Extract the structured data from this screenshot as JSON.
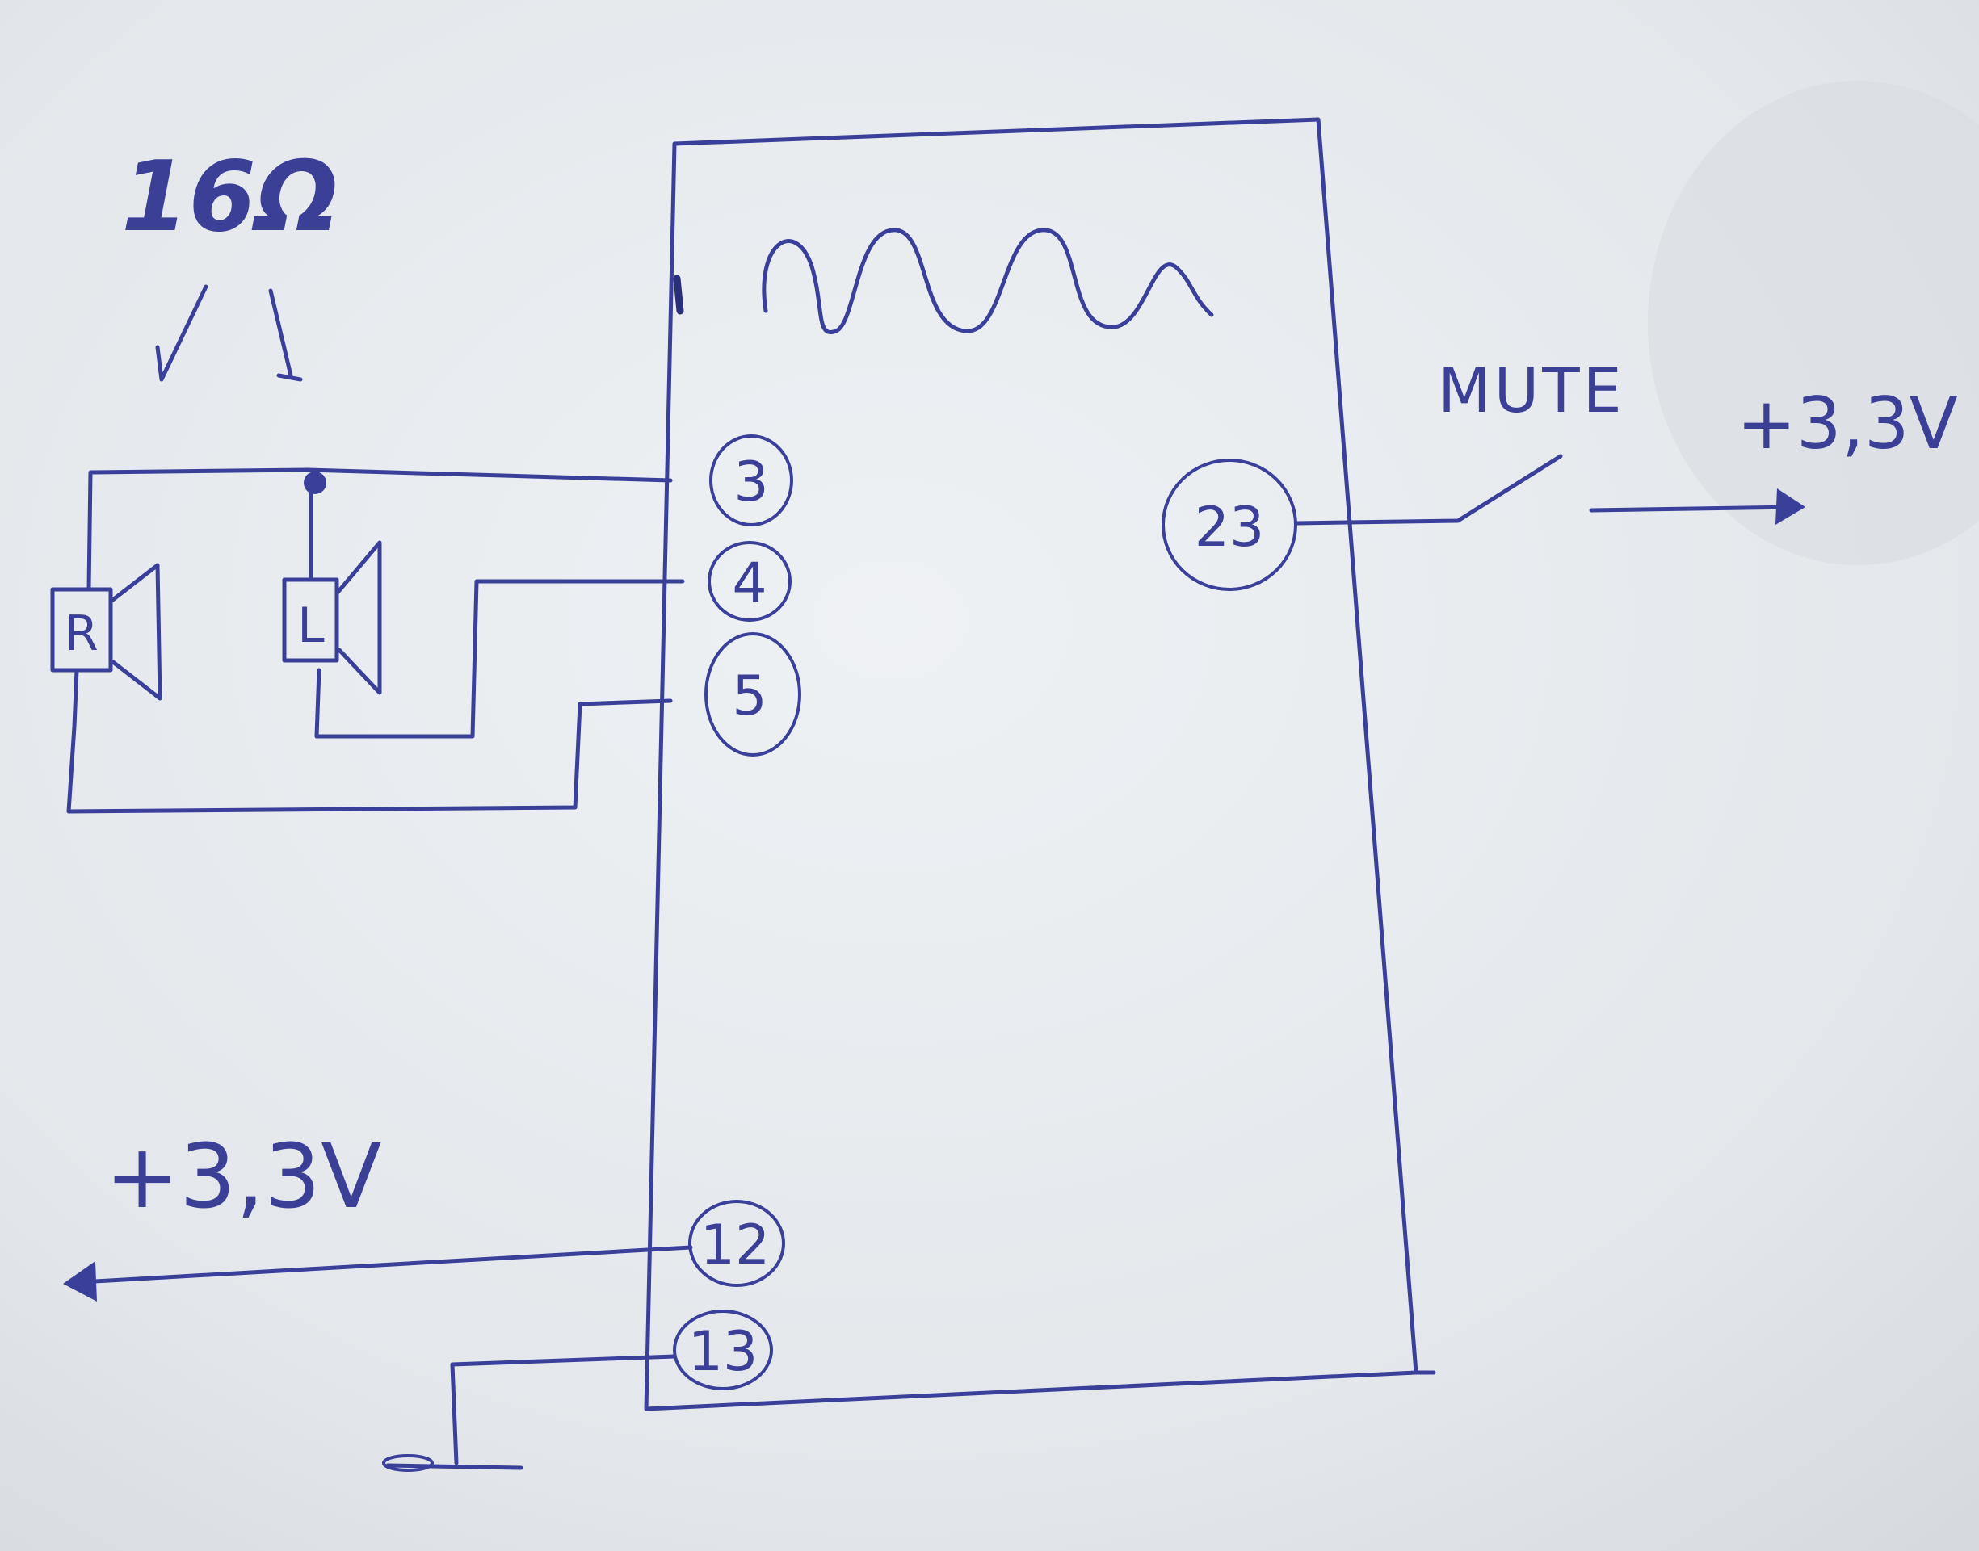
{
  "diagram": {
    "impedance_label": "16Ω",
    "speaker_left_label": "L",
    "speaker_right_label": "R",
    "mute_label": "MUTE",
    "supply_right_label": "+3,3V",
    "supply_left_label": "+3,3V",
    "pins": {
      "p3": "3",
      "p4": "4",
      "p5": "5",
      "p12": "12",
      "p13": "13",
      "p23": "23"
    },
    "ink_color": "#3a3f9a",
    "paper_color": "#e4e8ec"
  }
}
